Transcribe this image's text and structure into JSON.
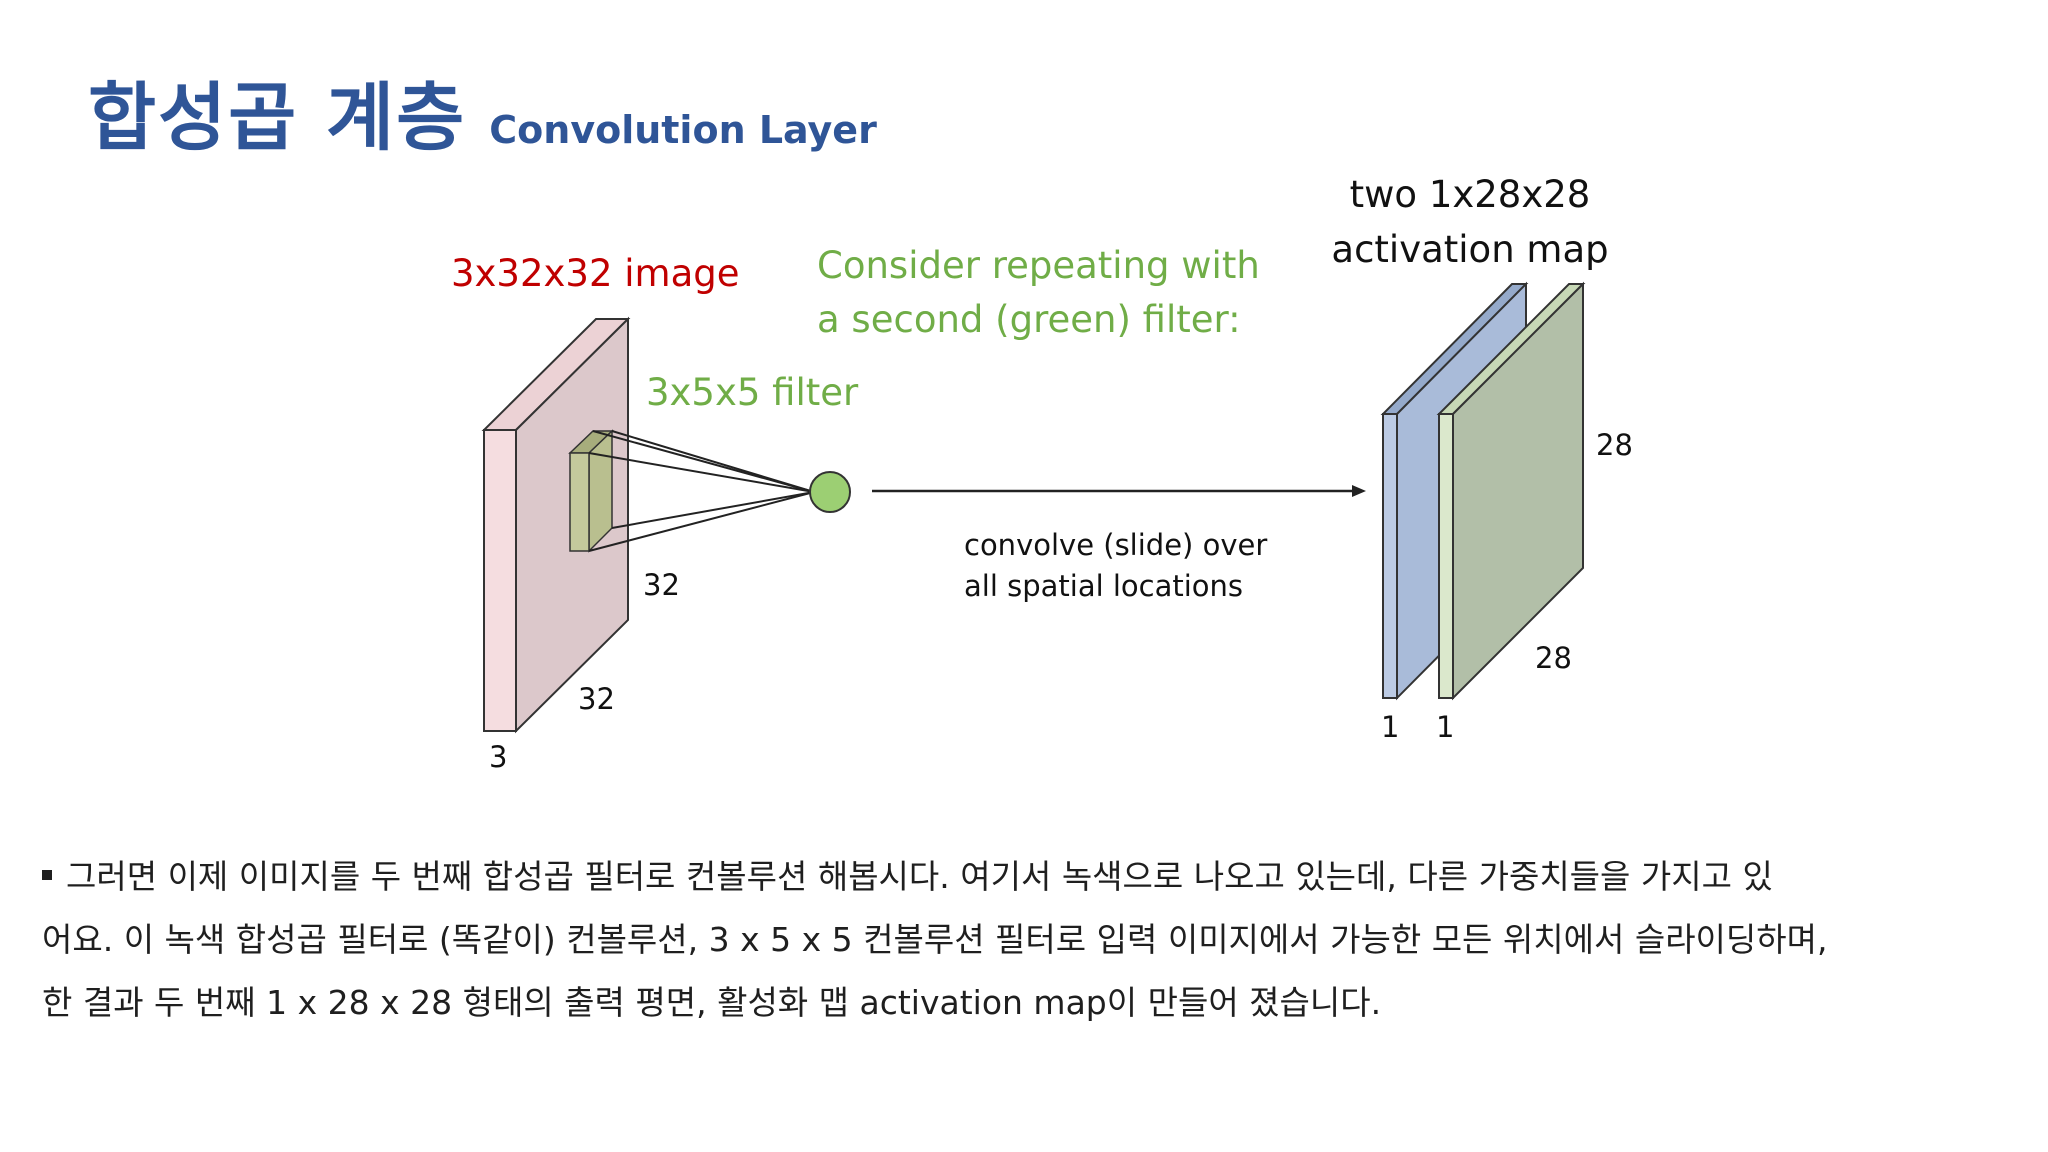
{
  "title": {
    "korean": "합성곱 계층",
    "english": "Convolution Layer"
  },
  "figure": {
    "image_label": "3x32x32 image",
    "filter_label": "3x5x5 filter",
    "green_note_line1": "Consider repeating with",
    "green_note_line2": "a second (green) filter:",
    "map_label_line1": "two 1x28x28",
    "map_label_line2": "activation map",
    "convolve_line1": "convolve (slide) over",
    "convolve_line2": "all spatial locations",
    "image_height": "32",
    "image_width": "32",
    "image_depth": "3",
    "map_height": "28",
    "map_width": "28",
    "map_depth_1": "1",
    "map_depth_2": "1",
    "colors": {
      "image_face": "#f5dde0",
      "image_side": "#dcc8cb",
      "filter": "#b9bf8f",
      "neuron": "#9ccf73",
      "map_blue": "#a9bbd9",
      "map_green": "#b2bfa8",
      "red_text": "#c00000",
      "green_text": "#70ad47"
    }
  },
  "paragraph": {
    "line1": "그러면 이제 이미지를 두 번째 합성곱 필터로 컨볼루션 해봅시다. 여기서 녹색으로 나오고 있는데, 다른 가중치들을 가지고 있",
    "line2": "어요. 이 녹색 합성곱 필터로 (똑같이) 컨볼루션, 3 x 5 x 5 컨볼루션 필터로 입력 이미지에서 가능한 모든 위치에서 슬라이딩하며,",
    "line3": "한 결과 두 번째 1 x 28 x 28 형태의 출력 평면, 활성화 맵 activation map이 만들어 졌습니다."
  }
}
